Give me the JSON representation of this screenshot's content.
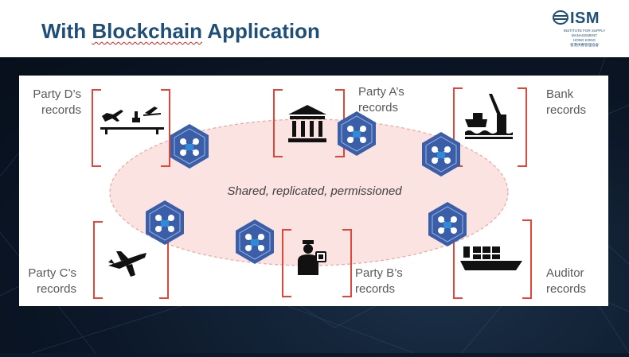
{
  "slide": {
    "title_part1": "With ",
    "title_part2": "Blockchain",
    "title_part3": " Application"
  },
  "logo": {
    "name": "ISM",
    "subtitle": "INSTITUTE FOR SUPPLY MANAGEMENT",
    "region": "HONG KONG",
    "chinese": "香港供應管理協會",
    "color": "#1f4e79"
  },
  "diagram": {
    "center_label": "Shared, replicated, permissioned",
    "parties": [
      {
        "id": "party-d",
        "line1": "Party D’s",
        "line2": "records",
        "icon": "airport-icon"
      },
      {
        "id": "party-a",
        "line1": "Party A’s",
        "line2": "records",
        "icon": "bank-building-icon"
      },
      {
        "id": "bank",
        "line1": "Bank",
        "line2": "records",
        "icon": "port-crane-icon"
      },
      {
        "id": "party-c",
        "line1": "Party C’s",
        "line2": "records",
        "icon": "airplane-icon"
      },
      {
        "id": "party-b",
        "line1": "Party B’s",
        "line2": "records",
        "icon": "customs-officer-icon"
      },
      {
        "id": "auditor",
        "line1": "Auditor",
        "line2": "records",
        "icon": "cargo-ship-icon"
      }
    ],
    "node_icon": "blockchain-node-icon",
    "colors": {
      "bracket": "#e0473b",
      "ellipse_fill": "#fbe3e1",
      "ellipse_stroke": "#e9a7a2",
      "node_hex": "#3a5fa8",
      "node_inner": "#2e8bd9"
    }
  }
}
